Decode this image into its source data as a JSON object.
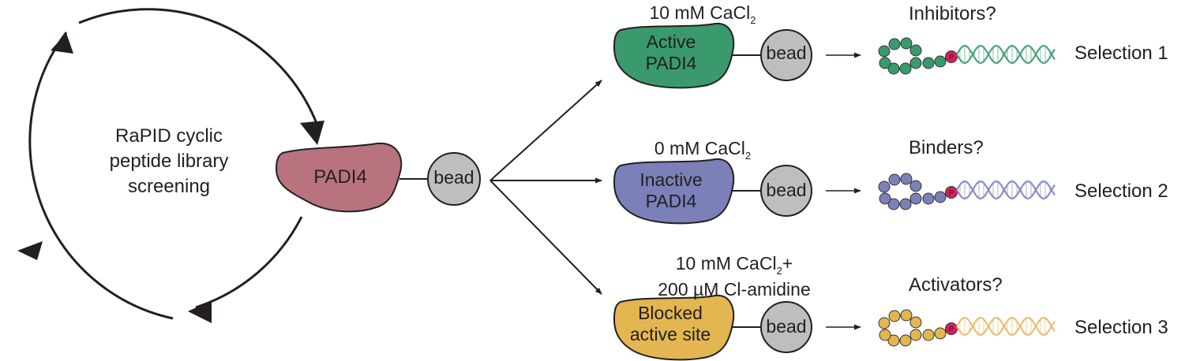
{
  "cycle": {
    "label_lines": [
      "RaPID cyclic",
      "peptide library",
      "screening"
    ]
  },
  "center": {
    "protein_label": "PADI4",
    "bead_label": "bead",
    "protein_color": "#b8737f"
  },
  "selections": [
    {
      "condition_line1_pre": "10 mM CaCl",
      "condition_line1_sub": "2",
      "condition_line1_post": "",
      "condition_line2": "",
      "protein_lines": [
        "Active",
        "PADI4"
      ],
      "protein_color": "#3a9a6e",
      "bead_label": "bead",
      "question": "Inhibitors?",
      "peptide_color": "#3a9a6e",
      "dna_color": "#4aa67a",
      "phospho_label": "P",
      "selection_label": "Selection 1"
    },
    {
      "condition_line1_pre": "0 mM CaCl",
      "condition_line1_sub": "2",
      "condition_line1_post": "",
      "condition_line2": "",
      "protein_lines": [
        "Inactive",
        "PADI4"
      ],
      "protein_color": "#7b80b8",
      "bead_label": "bead",
      "question": "Binders?",
      "peptide_color": "#7b80b8",
      "dna_color": "#8a8fc4",
      "phospho_label": "P",
      "selection_label": "Selection 2"
    },
    {
      "condition_line1_pre": "10 mM CaCl",
      "condition_line1_sub": "2",
      "condition_line1_post": "+",
      "condition_line2": "200 µM Cl-amidine",
      "protein_lines": [
        "Blocked",
        "active site"
      ],
      "protein_color": "#e3b651",
      "bead_label": "bead",
      "question": "Activators?",
      "peptide_color": "#e3b651",
      "dna_color": "#e6c078",
      "phospho_label": "P",
      "selection_label": "Selection 3"
    }
  ],
  "colors": {
    "line": "#231f20",
    "bead_fill": "#bcbec0",
    "phospho_fill": "#d61f5b"
  }
}
